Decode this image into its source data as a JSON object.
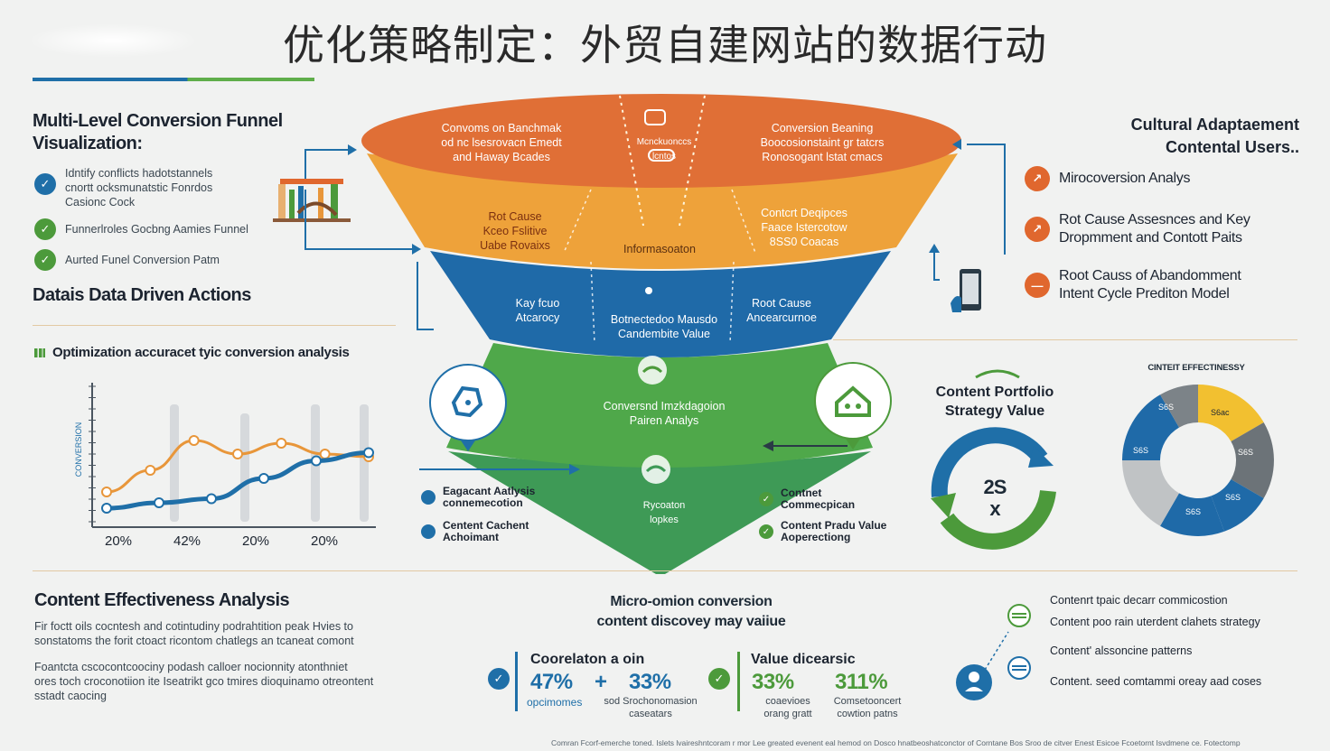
{
  "title": "优化策略制定：外贸自建网站的数据行动",
  "left": {
    "funnel_heading": "Multi-Level Conversion Funnel\nVisualization:",
    "funnel_items": [
      {
        "text": "Idntify conflicts hadotstannels\ncnortt ocksmunatstic Fonrdos\nCasionc Cock",
        "color": "#1f6fa8",
        "icon": "check-icon"
      },
      {
        "text": "Funnerlroles Gocbng Aamies Funnel",
        "color": "#4c9a3b",
        "icon": "check-icon"
      },
      {
        "text": "Aurted Funel Conversion Patm",
        "color": "#4c9a3b",
        "icon": "check-icon"
      }
    ],
    "data_heading": "Datais Data Driven Actions",
    "chart_caption": "Optimization accuracet tyic conversion analysis"
  },
  "chart_data": {
    "type": "line",
    "categories": [
      "20%",
      "42%",
      "20%",
      "20%"
    ],
    "series": [
      {
        "values": [
          22,
          38,
          60,
          50,
          58,
          50,
          48
        ],
        "color": "#e8963a"
      },
      {
        "values": [
          10,
          14,
          17,
          32,
          45,
          51
        ],
        "color": "#1f6fa8"
      }
    ],
    "ylim": [
      0,
      100
    ]
  },
  "funnel": {
    "top_left": "Convoms on Banchmak\nod nc lsesrovacn Emedt\nand Haway Bcades",
    "top_center": "Mcnckuonccs\nlcntos",
    "top_right": "Conversion Beaning\nBoocosionstaint gr tatcrs\nRonosogant lstat cmacs",
    "orange_left": "Rot Cause\nKceo Fslitive\nUabe Rovaixs",
    "orange_center": "Informasoaton",
    "orange_right": "Contcrt Deqipces\nFaace Istercotow\n8SS0 Coacas",
    "blue_left": "Kay fcuo\nAtcarocy",
    "blue_center": "Botnectedoo Mausdo\nCandembite Value",
    "blue_right": "Root Cause\nAncearcurnoe",
    "green_center": "Conversnd Imzkdagoion\nPairen Analys",
    "bottom": "Rycoaton\nlopkes"
  },
  "funnel_legend": {
    "left": [
      {
        "text": "Eagacant Aatlysis\nconnemecotion",
        "color": "#1f6fa8"
      },
      {
        "text": "Centent Cachent\nAchoimant",
        "color": "#1f6fa8"
      }
    ],
    "right": [
      {
        "text": "Contnet\nCommecpican",
        "color": "#4c9a3b"
      },
      {
        "text": "Content Pradu Value\nAoperectiong",
        "color": "#4c9a3b"
      }
    ]
  },
  "right": {
    "heading": "Cultural Adaptaement\nContental Users..",
    "items": [
      {
        "text": "Mirocoversion Analys",
        "color": "#e0672e"
      },
      {
        "text": "Rot Cause Assesnces and Key\nDropmment and Contott Paits",
        "color": "#e0672e"
      },
      {
        "text": "Root Causs of Abandomment\nIntent Cycle Prediton Model",
        "color": "#e0672e"
      }
    ],
    "portfolio_heading": "Content Portfolio\nStrategy Value",
    "portfolio_center": "2S\nx",
    "pie_title": "CINTEIT EFFECTINESSY",
    "pie_labels": [
      "S6S",
      "S6ac",
      "S6S",
      "S6S",
      "S6S",
      "S6S"
    ]
  },
  "bottom": {
    "effect_heading": "Content Effectiveness Analysis",
    "effect_p1": "Fir foctt oils cocntesh and cotintudiny podrahtition peak Hvies to\nsonstatoms the forit ctoact ricontom chatlegs an tcaneat comont",
    "effect_p2": "Foantcta cscocontcoociny podash calloer nocionnity atonthniet\nores toch croconotiion ite Iseatrikt gco tmires dioquinamo otreontent\nsstadt caocing",
    "micro_heading": "Micro-omion conversion\ncontent discovey may vaiiue",
    "corr_title": "Coorelaton a oin",
    "corr_stat1": "47%",
    "corr_plus": "+",
    "corr_stat2": "33%",
    "corr_sub1": "opcimomes",
    "corr_sub2": "sod Srochonomasion\ncaseatars",
    "value_title": "Value dicearsic",
    "value_stat1": "33%",
    "value_stat2": "311%",
    "value_sub1": "coaevioes\norang gratt",
    "value_sub2": "Comsetooncert\ncowtion patns",
    "right_items": [
      "Contenrt tpaic decarr commicostion",
      "Content poo rain uterdent clahets strategy",
      "Content' alssoncine patterns",
      "Content. seed comtammi oreay aad coses"
    ],
    "footer": "Comran Fcorf-emerche toned. Islets lvaireshntcoram r mor Lee greated evenent eal hemod on Dosco hnatbeoshatconctor of Corntane Bos Sroo de citver Enest Esicoe Fcoetornt Isvdmene ce. Fotectomp"
  }
}
